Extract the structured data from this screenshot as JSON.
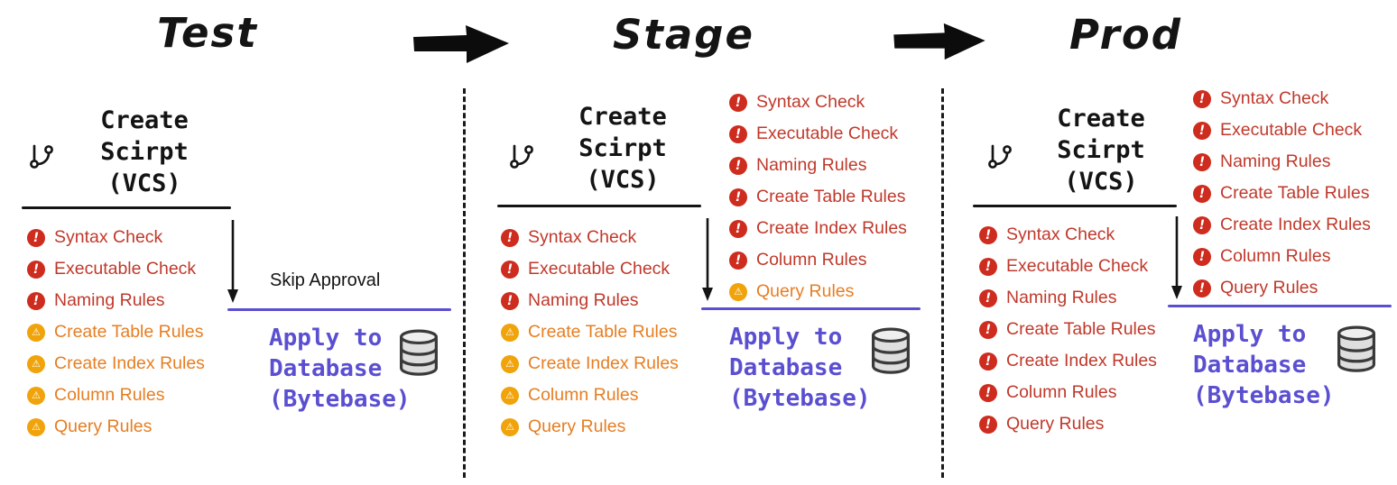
{
  "colors": {
    "ink": "#141414",
    "error": "#cd2c1e",
    "error_text": "#c0392b",
    "warning": "#f0a30a",
    "warning_text": "#e67e22",
    "purple": "#5b4fd1"
  },
  "icons": {
    "error_glyph": "!",
    "warning_glyph": "⚠",
    "git_branch": "git-branch-icon",
    "database": "database-icon",
    "flow_arrow": "arrow-right-icon",
    "down_arrow": "down-arrow-icon"
  },
  "stages": [
    {
      "title": "Test",
      "create_label": "Create\nScirpt\n(VCS)",
      "pre_checks": [
        {
          "label": "Syntax Check",
          "level": "error"
        },
        {
          "label": "Executable Check",
          "level": "error"
        },
        {
          "label": "Naming Rules",
          "level": "error"
        },
        {
          "label": "Create Table Rules",
          "level": "warning"
        },
        {
          "label": "Create Index Rules",
          "level": "warning"
        },
        {
          "label": "Column Rules",
          "level": "warning"
        },
        {
          "label": "Query Rules",
          "level": "warning"
        }
      ],
      "gate_label": "Skip Approval",
      "gate_checks": [],
      "apply_label": "Apply to\nDatabase\n(Bytebase)"
    },
    {
      "title": "Stage",
      "create_label": "Create\nScirpt\n(VCS)",
      "pre_checks": [
        {
          "label": "Syntax Check",
          "level": "error"
        },
        {
          "label": "Executable Check",
          "level": "error"
        },
        {
          "label": "Naming Rules",
          "level": "error"
        },
        {
          "label": "Create Table Rules",
          "level": "warning"
        },
        {
          "label": "Create Index Rules",
          "level": "warning"
        },
        {
          "label": "Column Rules",
          "level": "warning"
        },
        {
          "label": "Query Rules",
          "level": "warning"
        }
      ],
      "gate_checks": [
        {
          "label": "Syntax Check",
          "level": "error"
        },
        {
          "label": "Executable Check",
          "level": "error"
        },
        {
          "label": "Naming Rules",
          "level": "error"
        },
        {
          "label": "Create Table Rules",
          "level": "error"
        },
        {
          "label": "Create Index Rules",
          "level": "error"
        },
        {
          "label": "Column Rules",
          "level": "error"
        },
        {
          "label": "Query Rules",
          "level": "warning"
        }
      ],
      "apply_label": "Apply to\nDatabase\n(Bytebase)"
    },
    {
      "title": "Prod",
      "create_label": "Create\nScirpt\n(VCS)",
      "pre_checks": [
        {
          "label": "Syntax Check",
          "level": "error"
        },
        {
          "label": "Executable Check",
          "level": "error"
        },
        {
          "label": "Naming Rules",
          "level": "error"
        },
        {
          "label": "Create Table Rules",
          "level": "error"
        },
        {
          "label": "Create Index Rules",
          "level": "error"
        },
        {
          "label": "Column Rules",
          "level": "error"
        },
        {
          "label": "Query Rules",
          "level": "error"
        }
      ],
      "gate_checks": [
        {
          "label": "Syntax Check",
          "level": "error"
        },
        {
          "label": "Executable Check",
          "level": "error"
        },
        {
          "label": "Naming Rules",
          "level": "error"
        },
        {
          "label": "Create Table Rules",
          "level": "error"
        },
        {
          "label": "Create Index Rules",
          "level": "error"
        },
        {
          "label": "Column Rules",
          "level": "error"
        },
        {
          "label": "Query Rules",
          "level": "error"
        }
      ],
      "apply_label": "Apply to\nDatabase\n(Bytebase)"
    }
  ]
}
